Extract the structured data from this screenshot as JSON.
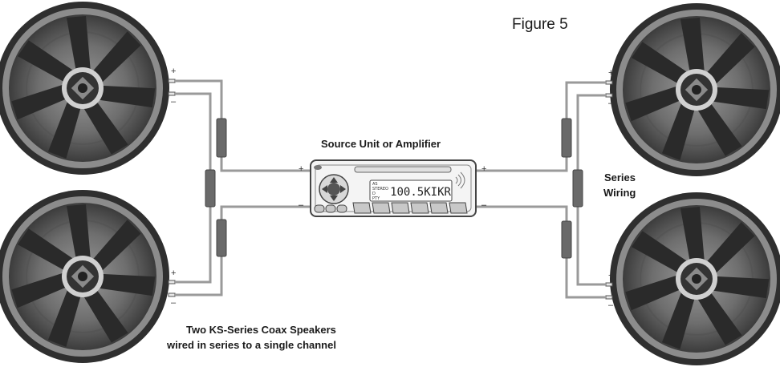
{
  "figure_label": "Figure 5",
  "source_unit": {
    "title": "Source Unit or Amplifier",
    "display_text": "100.5KIKR",
    "display_side_text": [
      "AS",
      "STEREO",
      "D",
      "PTY"
    ]
  },
  "series_label": [
    "Series",
    "Wiring"
  ],
  "caption": [
    "Two KS-Series Coax Speakers",
    "wired in series to a single channel"
  ],
  "polarity": {
    "plus": "+",
    "minus": "–"
  },
  "colors": {
    "speaker_dark": "#3a3a3a",
    "speaker_mid": "#6a6a6a",
    "speaker_light": "#b8b8b8",
    "wire": "#9a9a9a",
    "outline": "#555555"
  }
}
